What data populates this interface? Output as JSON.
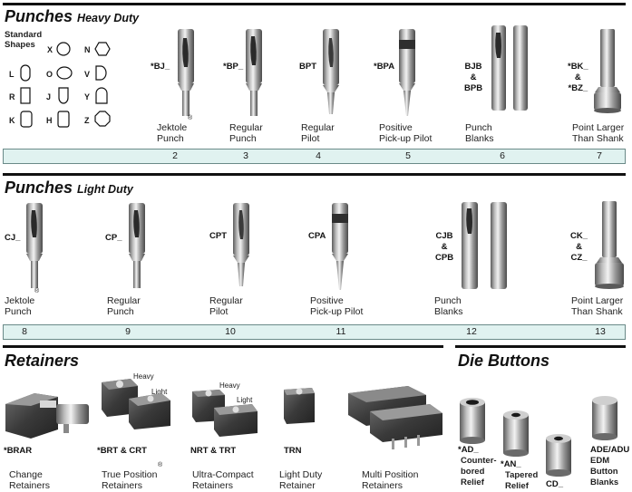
{
  "heavy": {
    "title": "Punches",
    "subtitle": "Heavy Duty",
    "standard_shapes_label": "Standard\nShapes",
    "shapes": [
      {
        "letter": "X",
        "shape": "circle-icon"
      },
      {
        "letter": "N",
        "shape": "hexagon-icon"
      },
      {
        "letter": "L",
        "shape": "rounded-rect-icon"
      },
      {
        "letter": "O",
        "shape": "oval-icon"
      },
      {
        "letter": "V",
        "shape": "d-shape-icon"
      },
      {
        "letter": "R",
        "shape": "rectangle-icon"
      },
      {
        "letter": "J",
        "shape": "j-shape-icon"
      },
      {
        "letter": "Y",
        "shape": "keyhole-icon"
      },
      {
        "letter": "K",
        "shape": "k-shape-icon"
      },
      {
        "letter": "H",
        "shape": "h-shape-icon"
      },
      {
        "letter": "Z",
        "shape": "octagon-icon"
      }
    ],
    "items": [
      {
        "code": "*BJ_",
        "caption": "Jektole\nPunch",
        "reg": "®",
        "page": "2"
      },
      {
        "code": "*BP_",
        "caption": "Regular\nPunch",
        "page": "3"
      },
      {
        "code": "BPT",
        "caption": "Regular\nPilot",
        "page": "4"
      },
      {
        "code": "*BPA",
        "caption": "Positive\nPick-up Pilot",
        "page": "5"
      },
      {
        "code": "BJB\n&\nBPB",
        "caption": "Punch\nBlanks",
        "page": "6"
      },
      {
        "code": "*BK_\n&\n*BZ_",
        "caption": "Point Larger\nThan Shank",
        "page": "7"
      }
    ]
  },
  "light": {
    "title": "Punches",
    "subtitle": "Light Duty",
    "items": [
      {
        "code": "CJ_",
        "caption": "Jektole\nPunch",
        "reg": "®",
        "page": "8"
      },
      {
        "code": "CP_",
        "caption": "Regular\nPunch",
        "page": "9"
      },
      {
        "code": "CPT",
        "caption": "Regular\nPilot",
        "page": "10"
      },
      {
        "code": "CPA",
        "caption": "Positive\nPick-up Pilot",
        "page": "11"
      },
      {
        "code": "CJB\n&\nCPB",
        "caption": "Punch\nBlanks",
        "page": "12"
      },
      {
        "code": "CK_\n&\nCZ_",
        "caption": "Point Larger\nThan Shank",
        "page": "13"
      }
    ]
  },
  "retainers": {
    "title": "Retainers",
    "heavy_label": "Heavy",
    "light_label": "Light",
    "items": [
      {
        "code": "*BRAR",
        "caption": "Change\nRetainers"
      },
      {
        "code": "*BRT & CRT",
        "caption": "True Position\nRetainers",
        "reg": "®"
      },
      {
        "code": "NRT & TRT",
        "caption": "Ultra-Compact\nRetainers"
      },
      {
        "code": "TRN",
        "caption": "Light Duty\nRetainer"
      },
      {
        "code": "",
        "caption": "Multi Position\nRetainers"
      }
    ]
  },
  "die_buttons": {
    "title": "Die Buttons",
    "items": [
      {
        "code": "*AD_",
        "caption": "Counter-\nbored\nRelief"
      },
      {
        "code": "*AN_",
        "caption": "Tapered\nRelief"
      },
      {
        "code": "CD_",
        "caption": ""
      },
      {
        "code": "ADE/ADU",
        "caption": "EDM\nButton\nBlanks"
      }
    ]
  }
}
